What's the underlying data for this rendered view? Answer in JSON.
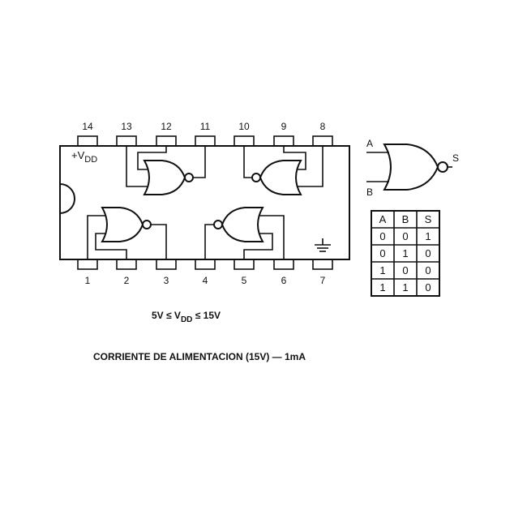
{
  "chip": {
    "top_pins": [
      "14",
      "13",
      "12",
      "11",
      "10",
      "9",
      "8"
    ],
    "bottom_pins": [
      "1",
      "2",
      "3",
      "4",
      "5",
      "6",
      "7"
    ],
    "vdd_label": "+V",
    "vdd_sub": "DD"
  },
  "symbol": {
    "input_a": "A",
    "input_b": "B",
    "output": "S"
  },
  "truth_table": {
    "headers": [
      "A",
      "B",
      "S"
    ],
    "rows": [
      [
        "0",
        "0",
        "1"
      ],
      [
        "0",
        "1",
        "0"
      ],
      [
        "1",
        "0",
        "0"
      ],
      [
        "1",
        "1",
        "0"
      ]
    ]
  },
  "condition": {
    "left": "5V ≤ V",
    "sub": "DD",
    "right": " ≤ 15V"
  },
  "caption": "CORRIENTE DE ALIMENTACION (15V) — 1mA"
}
